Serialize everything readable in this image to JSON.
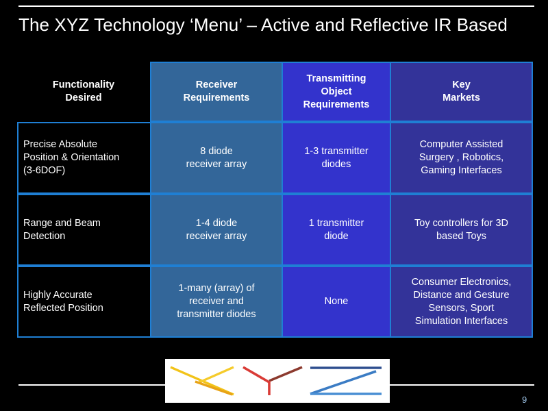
{
  "slide": {
    "title": "The XYZ Technology ‘Menu’ – Active and Reflective IR Based",
    "page_number": "9",
    "background_color": "#000000",
    "rule_color": "#ffffff",
    "page_number_color": "#9dc3e6"
  },
  "table": {
    "border_color": "#1f7fd4",
    "column_colors": {
      "functionality": "#000000",
      "receiver": "#336699",
      "transmitting": "#3333cc",
      "markets": "#333399"
    },
    "headers": [
      "Functionality\nDesired",
      "Receiver\nRequirements",
      "Transmitting\nObject\nRequirements",
      "Key\nMarkets"
    ],
    "rows": [
      {
        "functionality": "Precise Absolute\nPosition & Orientation\n(3-6DOF)",
        "receiver": "8 diode\nreceiver array",
        "transmitting": "1-3 transmitter\ndiodes",
        "markets": "Computer Assisted\nSurgery , Robotics,\nGaming Interfaces"
      },
      {
        "functionality": "Range and Beam\nDetection",
        "receiver": "1-4 diode\nreceiver array",
        "transmitting": "1 transmitter\ndiode",
        "markets": "Toy controllers for 3D\nbased Toys"
      },
      {
        "functionality": "Highly Accurate\nReflected Position",
        "receiver": "1-many (array) of\nreceiver and\ntransmitter diodes",
        "transmitting": "None",
        "markets": "Consumer Electronics,\nDistance and Gesture\nSensors, Sport\nSimulation Interfaces"
      }
    ]
  },
  "logo": {
    "name": "xyz-logo",
    "background": "#ffffff",
    "letters": [
      {
        "letter": "X",
        "colors": [
          "#f2c318",
          "#f5cb2b",
          "#e8a317"
        ]
      },
      {
        "letter": "Y",
        "colors": [
          "#d93b36",
          "#8c3a2e"
        ]
      },
      {
        "letter": "Z",
        "colors": [
          "#2f4f8f",
          "#3b7cc4",
          "#4a8fd4"
        ]
      }
    ]
  }
}
